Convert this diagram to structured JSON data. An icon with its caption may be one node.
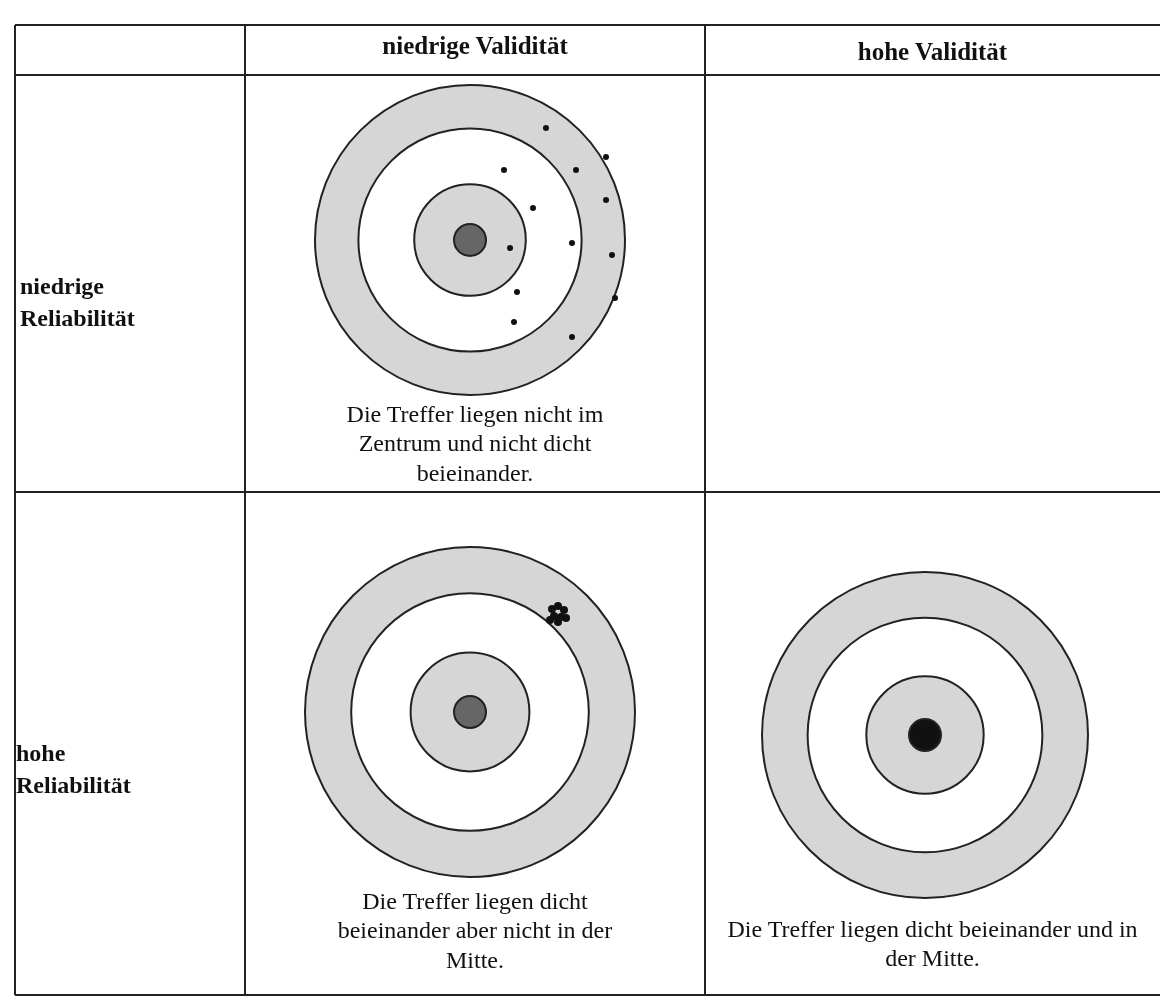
{
  "diagram": {
    "labels": [
      "niedrige Validität",
      "hohe Validität",
      "niedrige Reliabilität",
      "Die Treffer liegen nicht im Zentrum und nicht dicht beieinander.",
      "hohe Reliabilität",
      "Die Treffer liegen dicht beieinander aber nicht in der Mitte.",
      "Die Treffer liegen dicht beieinander und in der Mitte."
    ]
  }
}
